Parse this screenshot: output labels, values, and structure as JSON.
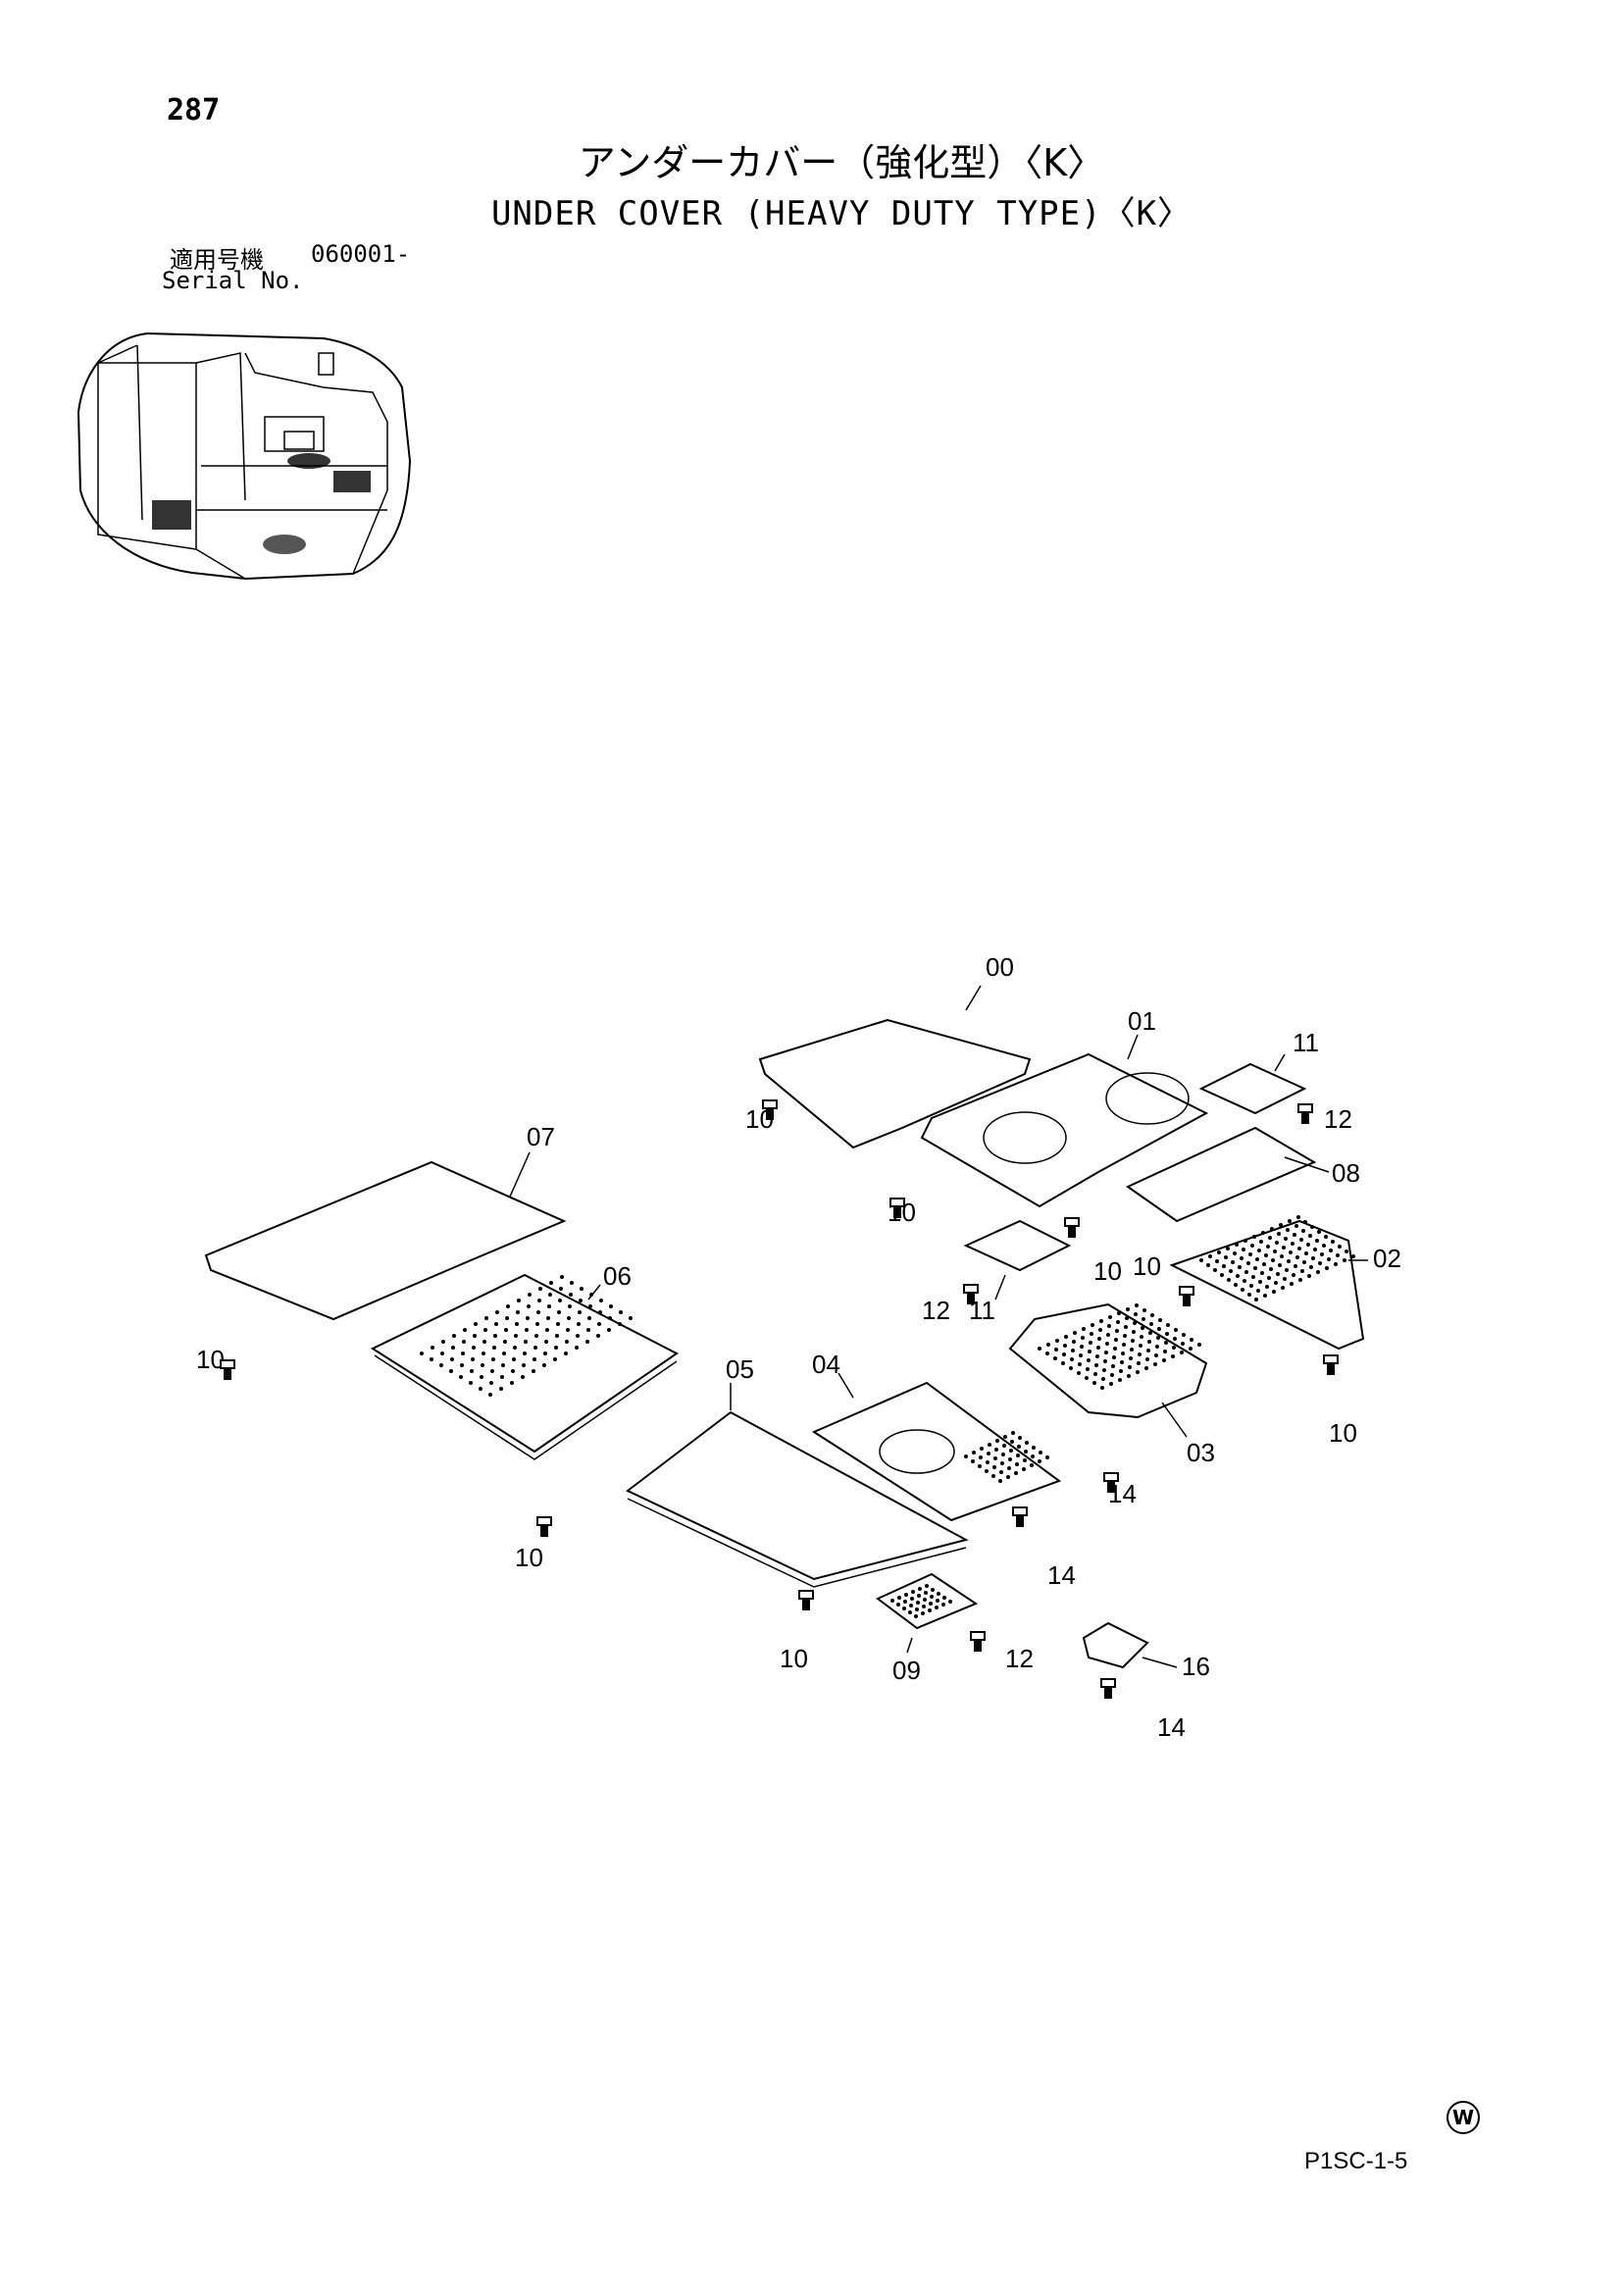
{
  "header": {
    "page_number": "287",
    "title_jp": "アンダーカバー（強化型）〈K〉",
    "title_en": "UNDER COVER (HEAVY DUTY TYPE)〈K〉",
    "serial_label_jp": "適用号機",
    "serial_value": "060001-",
    "serial_label_en": "Serial No."
  },
  "callouts": {
    "c00": "00",
    "c01": "01",
    "c02": "02",
    "c03": "03",
    "c04": "04",
    "c05": "05",
    "c06": "06",
    "c07": "07",
    "c08": "08",
    "c09": "09",
    "c10a": "10",
    "c10b": "10",
    "c10c": "10",
    "c10d": "10",
    "c10e": "10",
    "c10f": "10",
    "c10g": "10",
    "c10h": "10",
    "c11a": "11",
    "c11b": "11",
    "c12a": "12",
    "c12b": "12",
    "c12c": "12",
    "c14a": "14",
    "c14b": "14",
    "c14c": "14",
    "c16": "16"
  },
  "footer": {
    "watermark": "W",
    "page_code": "P1SC-1-5"
  }
}
